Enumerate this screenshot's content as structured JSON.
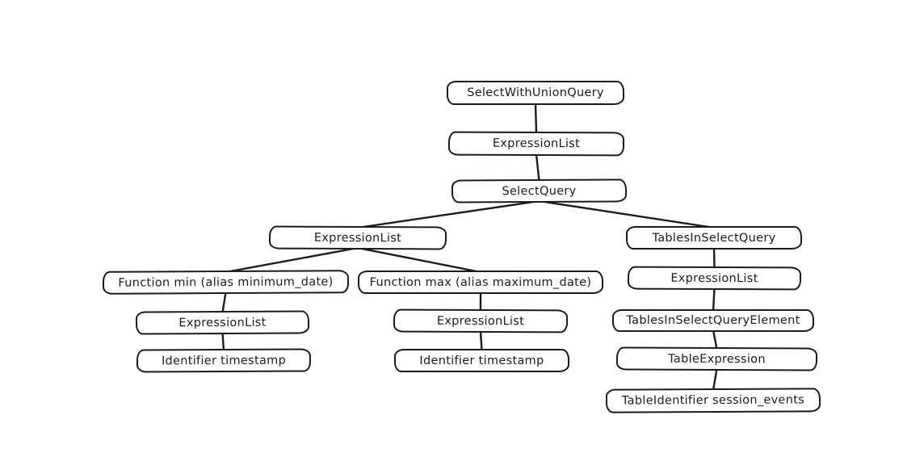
{
  "diagram": {
    "stroke_color": "#1b1b1b",
    "fill_color": "#ffffff",
    "background_color": "#ffffff",
    "nodes": [
      {
        "id": "n1",
        "label": "SelectWithUnionQuery"
      },
      {
        "id": "n2",
        "label": "ExpressionList"
      },
      {
        "id": "n3",
        "label": "SelectQuery"
      },
      {
        "id": "n4",
        "label": "ExpressionList"
      },
      {
        "id": "n5",
        "label": "TablesInSelectQuery"
      },
      {
        "id": "n6",
        "label": "Function min (alias minimum_date)"
      },
      {
        "id": "n7",
        "label": "Function max (alias maximum_date)"
      },
      {
        "id": "n8",
        "label": "ExpressionList"
      },
      {
        "id": "n9",
        "label": "ExpressionList"
      },
      {
        "id": "n10",
        "label": "ExpressionList"
      },
      {
        "id": "n11",
        "label": "TablesInSelectQueryElement"
      },
      {
        "id": "n12",
        "label": "Identifier timestamp"
      },
      {
        "id": "n13",
        "label": "Identifier timestamp"
      },
      {
        "id": "n14",
        "label": "TableExpression"
      },
      {
        "id": "n15",
        "label": "TableIdentifier session_events"
      }
    ],
    "edges": [
      {
        "from": "n1",
        "to": "n2"
      },
      {
        "from": "n2",
        "to": "n3"
      },
      {
        "from": "n3",
        "to": "n4"
      },
      {
        "from": "n3",
        "to": "n5"
      },
      {
        "from": "n4",
        "to": "n6"
      },
      {
        "from": "n4",
        "to": "n7"
      },
      {
        "from": "n5",
        "to": "n8"
      },
      {
        "from": "n6",
        "to": "n9"
      },
      {
        "from": "n7",
        "to": "n10"
      },
      {
        "from": "n8",
        "to": "n11"
      },
      {
        "from": "n9",
        "to": "n12"
      },
      {
        "from": "n10",
        "to": "n13"
      },
      {
        "from": "n11",
        "to": "n14"
      },
      {
        "from": "n14",
        "to": "n15"
      }
    ]
  }
}
